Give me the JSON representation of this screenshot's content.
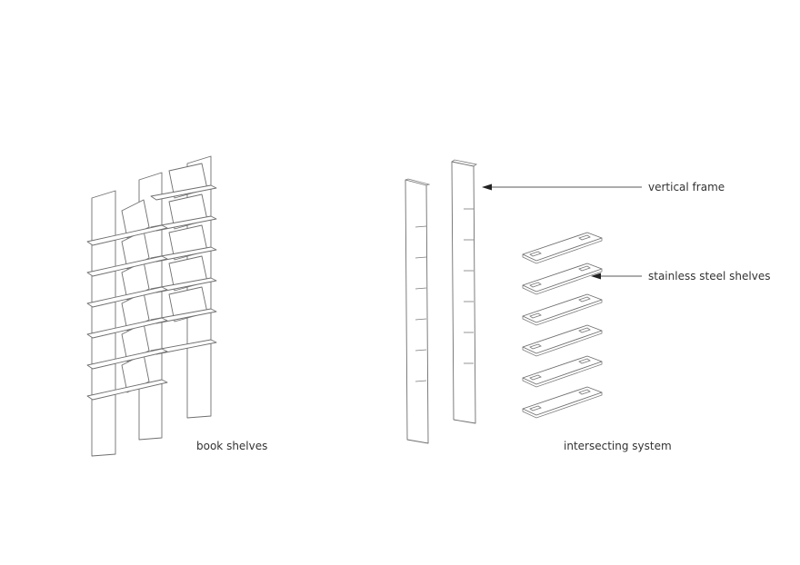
{
  "labels": {
    "book_shelves": "book shelves",
    "intersecting_system": "intersecting system",
    "vertical_frame": "vertical frame",
    "stainless_steel_shelves": "stainless steel shelves"
  },
  "colors": {
    "line": "#6f6f6f",
    "text": "#333333",
    "background": "#ffffff"
  }
}
